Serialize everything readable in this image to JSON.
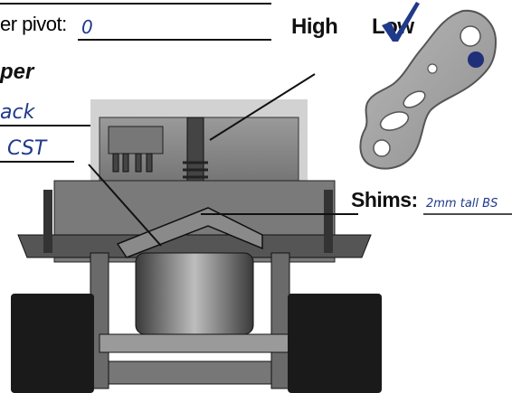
{
  "labels": {
    "pivot": "er pivot:",
    "damper": "per",
    "high": "High",
    "low": "Low",
    "shims": "Shims:"
  },
  "values": {
    "pivot": "0",
    "damper_line1": "ack",
    "damper_line2": "CST",
    "shims": "2mm tall BS",
    "low_selected": true
  },
  "colors": {
    "ink": "#1f3a8a",
    "check": "#1f3a8a",
    "bracket": "#a8a8a8",
    "dot": "#1f2f7a"
  },
  "icons": {
    "check": "checkmark-icon",
    "bracket": "pivot-bracket-diagram"
  }
}
